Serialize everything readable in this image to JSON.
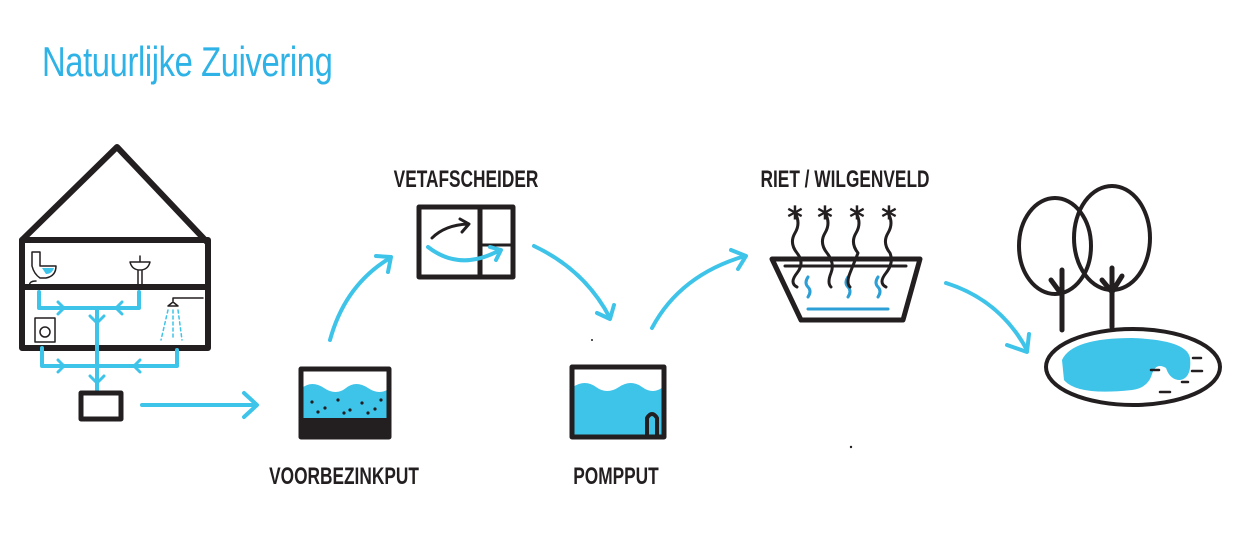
{
  "title": "Natuurlijke Zuivering",
  "stages": {
    "voorbezinkput": "VOORBEZINKPUT",
    "vetafscheider": "VETAFSCHEIDER",
    "pompput": "POMPPUT",
    "riet": "RIET / WILGENVELD"
  },
  "colors": {
    "water": "#3ec3e9",
    "line": "#231f20",
    "title": "#2fb3e6"
  }
}
